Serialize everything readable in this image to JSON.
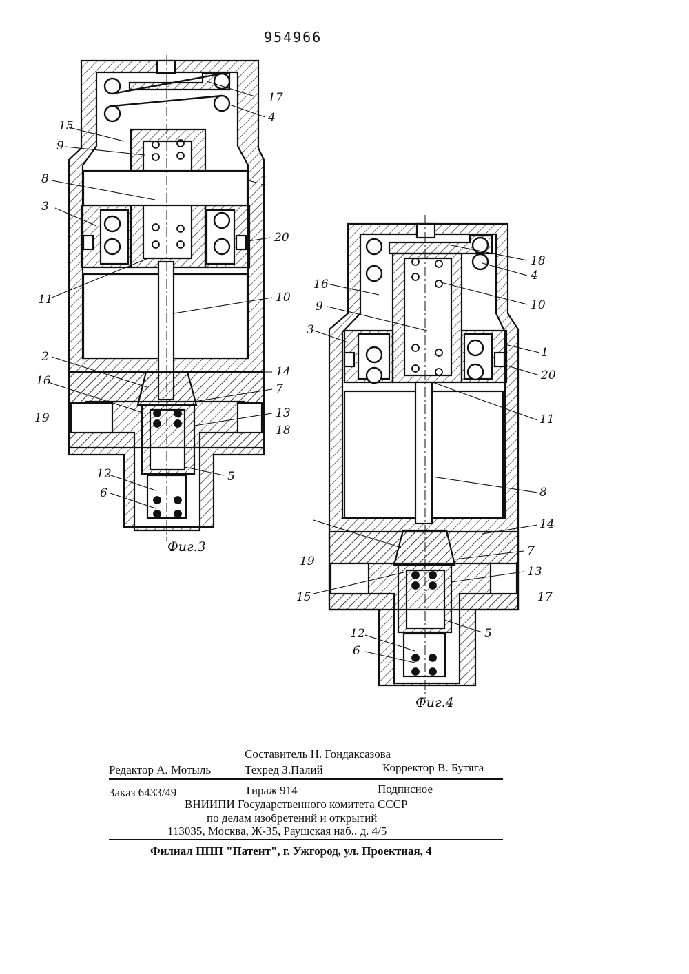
{
  "doc_number": "954966",
  "figures": [
    {
      "caption": "Фиг.3",
      "labels": [
        "1",
        "2",
        "3",
        "4",
        "5",
        "6",
        "7",
        "8",
        "9",
        "10",
        "11",
        "12",
        "13",
        "14",
        "15",
        "16",
        "17",
        "18",
        "19",
        "20"
      ]
    },
    {
      "caption": "Фиг.4",
      "labels": [
        "1",
        "3",
        "4",
        "5",
        "6",
        "7",
        "8",
        "9",
        "10",
        "11",
        "12",
        "13",
        "14",
        "15",
        "16",
        "17",
        "18",
        "19",
        "20"
      ]
    }
  ],
  "imprint": {
    "compiler": "Составитель Н. Гондаксазова",
    "editor": "Редактор А. Мотыль",
    "techred": "Техред З.Палий",
    "corrector": "Корректор В. Бутяга",
    "order": "Заказ 6433/49",
    "circulation": "Тираж 914",
    "subscription": "Подписное",
    "org_line1": "ВНИИПИ Государственного комитета СССР",
    "org_line2": "по делам изобретений и открытий",
    "address": "113035, Москва, Ж-35, Раушская наб., д. 4/5",
    "branch": "Филиал ППП \"Патент\", г. Ужгород, ул. Проектная, 4"
  }
}
